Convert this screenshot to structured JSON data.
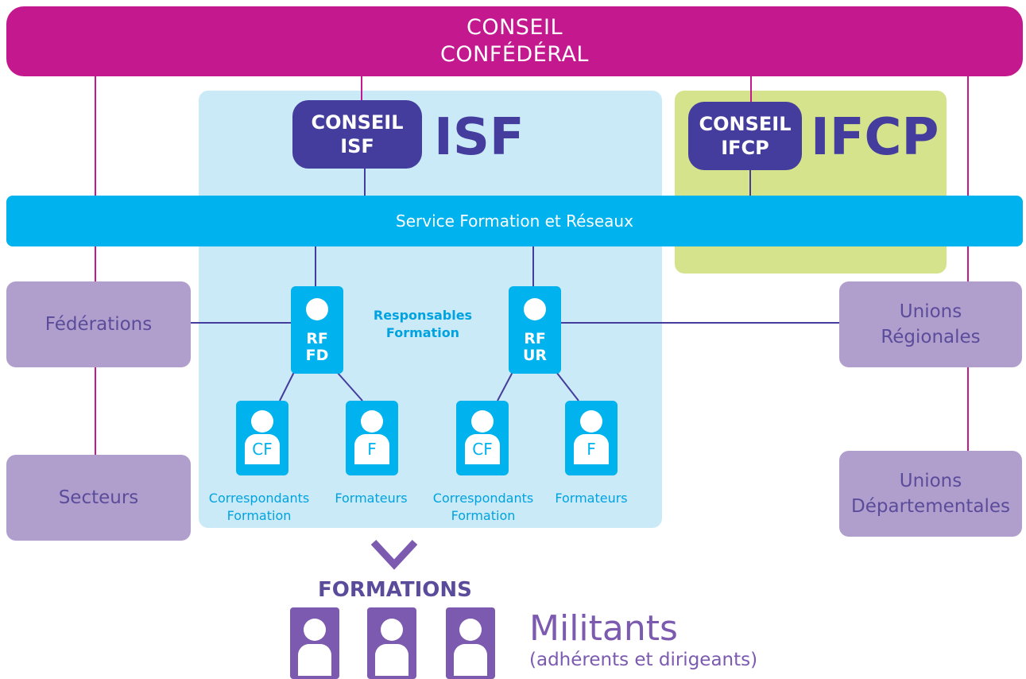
{
  "banner": {
    "line1": "CONSEIL",
    "line2": "CONFÉDÉRAL"
  },
  "isf": {
    "conseil_line1": "CONSEIL",
    "conseil_line2": "ISF",
    "title": "ISF"
  },
  "ifcp": {
    "conseil_line1": "CONSEIL",
    "conseil_line2": "IFCP",
    "title": "IFCP"
  },
  "service": "Service Formation et Réseaux",
  "left_boxes": {
    "federations": "Fédérations",
    "secteurs": "Secteurs"
  },
  "right_boxes": {
    "unions_regionales_line1": "Unions",
    "unions_regionales_line2": "Régionales",
    "unions_departementales_line1": "Unions",
    "unions_departementales_line2": "Départementales"
  },
  "responsables": {
    "line1": "Responsables",
    "line2": "Formation"
  },
  "rf_fd": {
    "line1": "RF",
    "line2": "FD"
  },
  "rf_ur": {
    "line1": "RF",
    "line2": "UR"
  },
  "cf_label": "CF",
  "f_label": "F",
  "captions": {
    "correspondants_line1": "Correspondants",
    "correspondants_line2": "Formation",
    "formateurs": "Formateurs"
  },
  "formations": "FORMATIONS",
  "militants": "Militants",
  "militants_sub": "(adhérents et dirigeants)",
  "colors": {
    "magenta": "#c4188f",
    "indigo": "#443d9d",
    "cyan": "#00b2ee",
    "light_blue": "#cbeaf8",
    "lime": "#d5e38c",
    "lavender": "#b09fcd",
    "purple": "#7b5ab0"
  },
  "icons": [
    "person-icon",
    "down-arrow-icon"
  ]
}
